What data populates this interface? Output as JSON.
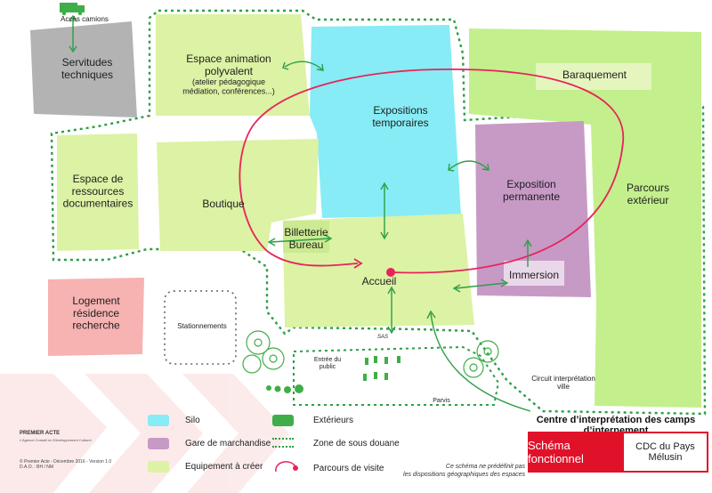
{
  "top_icon": {
    "label": "Accès camions",
    "icon": "truck-icon"
  },
  "zones": {
    "servitudes": "Servitudes\ntechniques",
    "animation": {
      "title": "Espace animation\npolyvalent",
      "detail": "(atelier pédagogique\nmédiation, conférences...)"
    },
    "expo_temp": "Expositions\ntemporaires",
    "baraquement": "Baraquement",
    "ressources": "Espace de\nressources\ndocumentaires",
    "boutique": "Boutique",
    "billetterie": "Billetterie\nBureau",
    "expo_perm": "Exposition\npermanente",
    "parcours_ext": "Parcours\nextérieur",
    "accueil": "Accueil",
    "immersion": "Immersion",
    "logement": "Logement\nrésidence\nrecherche",
    "stationnements": "Stationnements",
    "sas": "SAS",
    "entree": "Entrée du\npublic",
    "parvis": "Parvis",
    "circuit": "Circuit interprétation\nville"
  },
  "colors": {
    "silo": "#87ecf5",
    "gare": "#c79ac6",
    "equipement": "#dcf2a4",
    "exterieur": "#c3ef8d",
    "route": "#e8235a",
    "dotted": "#2d9e47",
    "logement": "#f7b2b2",
    "servitudes": "#b3b3b3",
    "brand_red": "#e0122a"
  },
  "legend": [
    {
      "swatch": "silo",
      "label": "Silo"
    },
    {
      "swatch": "gare",
      "label": "Gare de marchandise"
    },
    {
      "swatch": "equipement",
      "label": "Equipement à créer"
    },
    {
      "swatch": "exterieur",
      "label": "Extérieurs"
    },
    {
      "swatch": "dotted",
      "label": "Zone de sous douane"
    },
    {
      "swatch": "route",
      "label": "Parcours de visite"
    }
  ],
  "title_block": {
    "heading": "Centre d’interprétation des camps d’internement",
    "schema": "Schéma fonctionnel",
    "client": "CDC du Pays\nMélusin",
    "disclaimer": "Ce schéma ne prédéfinit pas\nles dispositions géographiques des espaces"
  },
  "footer": {
    "brand": "PREMIER ACTE",
    "brand_sub": "L'Agence Conseil en Développement Culturel",
    "credits": "© Premier Acte - Décembre 2016 - Version 1.0\nD.A.O. : BH / NM"
  }
}
